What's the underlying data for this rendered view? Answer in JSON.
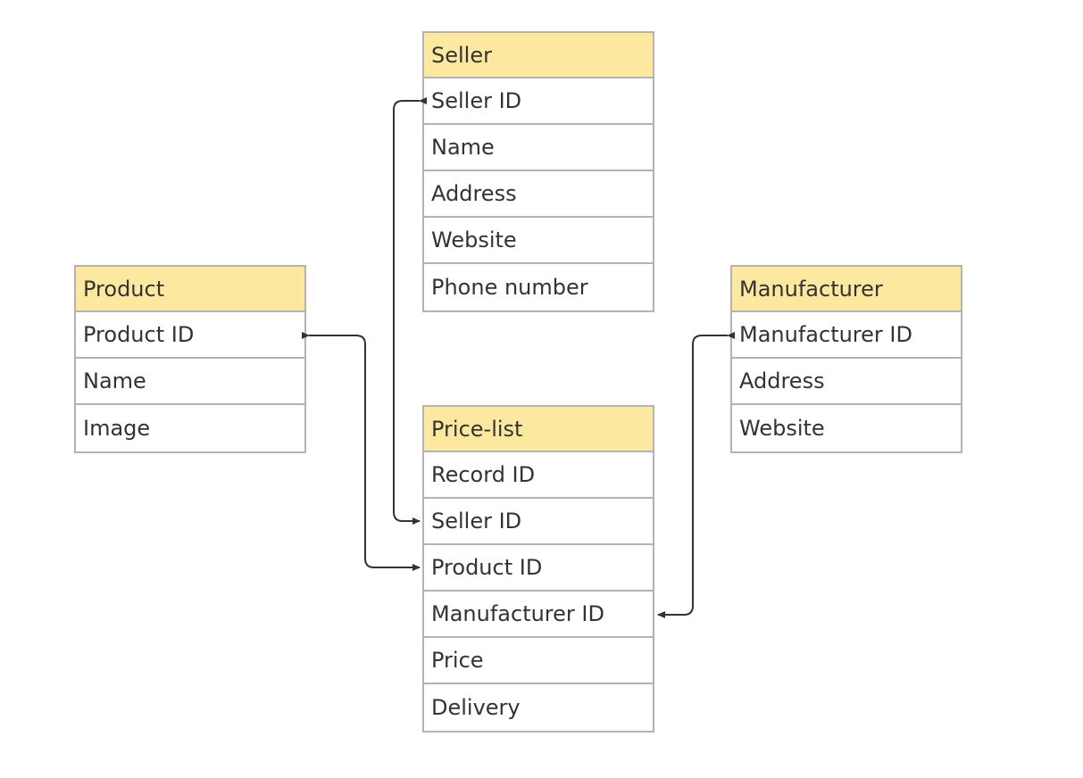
{
  "entities": {
    "seller": {
      "title": "Seller",
      "fields": [
        "Seller ID",
        "Name",
        "Address",
        "Website",
        "Phone number"
      ]
    },
    "product": {
      "title": "Product",
      "fields": [
        "Product ID",
        "Name",
        "Image"
      ]
    },
    "manufacturer": {
      "title": "Manufacturer",
      "fields": [
        "Manufacturer ID",
        "Address",
        "Website"
      ]
    },
    "pricelist": {
      "title": "Price-list",
      "fields": [
        "Record ID",
        "Seller ID",
        "Product ID",
        "Manufacturer ID",
        "Price",
        "Delivery"
      ]
    }
  },
  "relationships": [
    {
      "from": "Price-list.Seller ID",
      "to": "Seller.Seller ID"
    },
    {
      "from": "Price-list.Product ID",
      "to": "Product.Product ID"
    },
    {
      "from": "Price-list.Manufacturer ID",
      "to": "Manufacturer.Manufacturer ID"
    }
  ],
  "colors": {
    "header_fill": "#fce99f",
    "border": "#b3b3b3",
    "text": "#333333",
    "connector": "#333333"
  }
}
